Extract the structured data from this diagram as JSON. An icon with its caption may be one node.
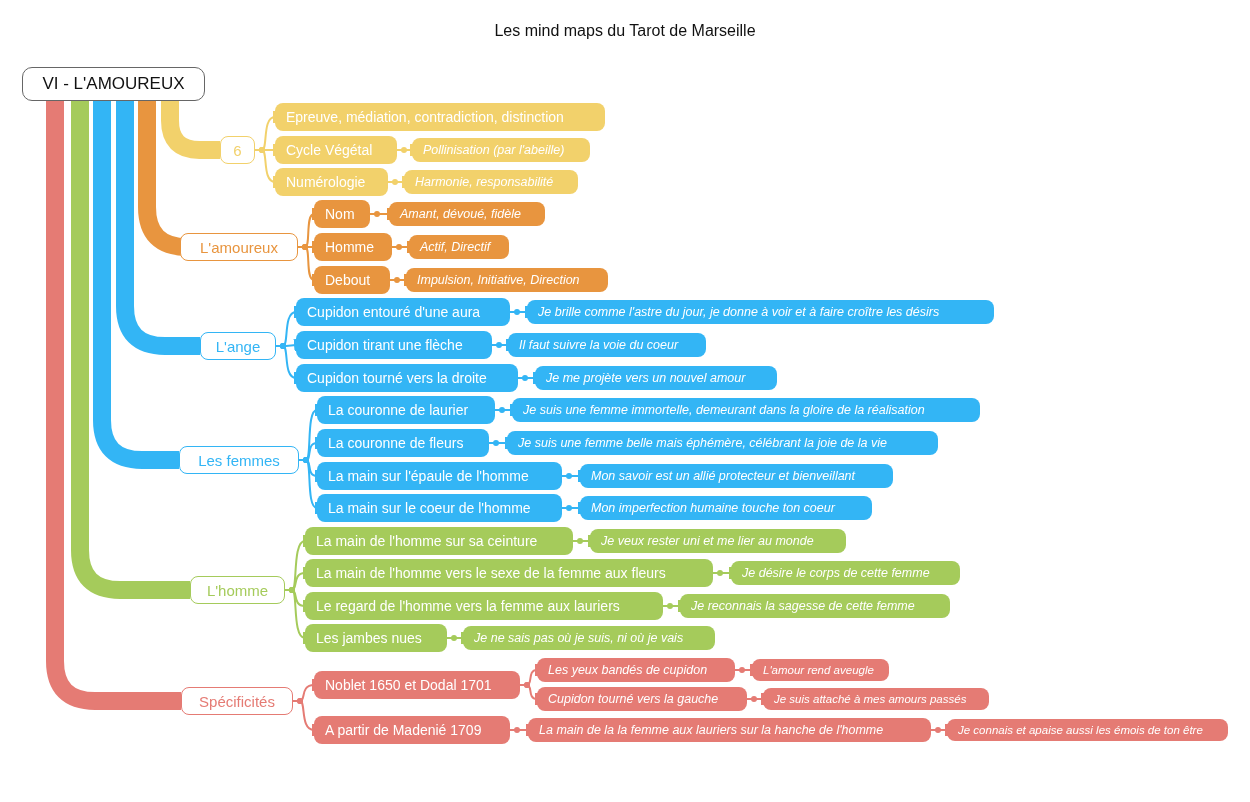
{
  "diagram": {
    "title": "Les mind maps du Tarot de Marseille",
    "nodes": [
      {
        "text": [
          "VI - L'AMOUREUX"
        ]
      },
      {
        "text": [
          "6"
        ]
      },
      {
        "text": [
          "Epreuve, médiation, contradiction, distinction"
        ]
      },
      {
        "text": [
          "Cycle Végétal"
        ]
      },
      {
        "text": [
          "Pollinisation (par l'abeille)"
        ]
      },
      {
        "text": [
          "Numérologie"
        ]
      },
      {
        "text": [
          "Harmonie, responsabilité"
        ]
      },
      {
        "text": [
          "L'amoureux"
        ]
      },
      {
        "text": [
          "Nom"
        ]
      },
      {
        "text": [
          "Amant, dévoué, fidèle"
        ]
      },
      {
        "text": [
          "Homme"
        ]
      },
      {
        "text": [
          "Actif, Directif"
        ]
      },
      {
        "text": [
          "Debout"
        ]
      },
      {
        "text": [
          "Impulsion, Initiative, Direction"
        ]
      },
      {
        "text": [
          "L'ange"
        ]
      },
      {
        "text": [
          "Cupidon entouré d'une aura"
        ]
      },
      {
        "text": [
          "Je brille comme l'astre du jour, je donne à voir et à faire croître les désirs"
        ]
      },
      {
        "text": [
          "Cupidon tirant une flèche"
        ]
      },
      {
        "text": [
          "Il faut suivre la voie du coeur"
        ]
      },
      {
        "text": [
          "Cupidon tourné vers la droite"
        ]
      },
      {
        "text": [
          "Je me projète vers un nouvel amour"
        ]
      },
      {
        "text": [
          "Les femmes"
        ]
      },
      {
        "text": [
          "La couronne de laurier"
        ]
      },
      {
        "text": [
          "Je suis une femme immortelle, demeurant dans la gloire de la réalisation"
        ]
      },
      {
        "text": [
          "La couronne de fleurs"
        ]
      },
      {
        "text": [
          "Je suis une femme belle mais éphémère, célébrant la joie de la vie"
        ]
      },
      {
        "text": [
          "La main sur l'épaule de l'homme"
        ]
      },
      {
        "text": [
          "Mon savoir est un allié protecteur et bienveillant"
        ]
      },
      {
        "text": [
          "La main sur le coeur de l'homme"
        ]
      },
      {
        "text": [
          "Mon imperfection humaine touche ton coeur"
        ]
      },
      {
        "text": [
          "L'homme"
        ]
      },
      {
        "text": [
          "La main de l'homme sur sa ceinture"
        ]
      },
      {
        "text": [
          "Je veux rester uni et me lier au monde"
        ]
      },
      {
        "text": [
          "La main de l'homme vers le sexe de la femme aux fleurs"
        ]
      },
      {
        "text": [
          "Je désire le corps de cette femme"
        ]
      },
      {
        "text": [
          "Le regard de l'homme vers la femme aux lauriers"
        ]
      },
      {
        "text": [
          "Je reconnais la sagesse de cette femme"
        ]
      },
      {
        "text": [
          "Les jambes nues"
        ]
      },
      {
        "text": [
          "Je ne sais pas où je suis, ni où je vais"
        ]
      },
      {
        "text": [
          "Spécificités"
        ]
      },
      {
        "text": [
          "Noblet 1650 et Dodal 1701"
        ]
      },
      {
        "text": [
          "Les yeux bandés de cupidon"
        ]
      },
      {
        "text": [
          "L'amour rend aveugle"
        ]
      },
      {
        "text": [
          "Cupidon tourné vers la gauche"
        ]
      },
      {
        "text": [
          "Je suis attaché à mes amours passés"
        ]
      },
      {
        "text": [
          "A partir de Madenié 1709"
        ]
      },
      {
        "text": [
          "La main de la la femme aux lauriers sur la hanche de l'homme"
        ]
      },
      {
        "text": [
          "Je connais et apaise aussi les émois de ton être"
        ]
      }
    ],
    "edges": [
      {
        "from": 0,
        "to": 1,
        "arrow": "none",
        "style": "thick",
        "color": "#f2d16b"
      },
      {
        "from": 1,
        "to": 2,
        "arrow": "other",
        "color": "#f2d16b"
      },
      {
        "from": 1,
        "to": 3,
        "arrow": "other",
        "color": "#f2d16b"
      },
      {
        "from": 3,
        "to": 4,
        "arrow": "other",
        "color": "#f2d16b"
      },
      {
        "from": 1,
        "to": 5,
        "arrow": "other",
        "color": "#f2d16b"
      },
      {
        "from": 5,
        "to": 6,
        "arrow": "other",
        "color": "#f2d16b"
      },
      {
        "from": 0,
        "to": 7,
        "arrow": "none",
        "style": "thick",
        "color": "#e8953f"
      },
      {
        "from": 7,
        "to": 8,
        "arrow": "other",
        "color": "#e8953f"
      },
      {
        "from": 8,
        "to": 9,
        "arrow": "other",
        "color": "#e8953f"
      },
      {
        "from": 7,
        "to": 10,
        "arrow": "other",
        "color": "#e8953f"
      },
      {
        "from": 10,
        "to": 11,
        "arrow": "other",
        "color": "#e8953f"
      },
      {
        "from": 7,
        "to": 12,
        "arrow": "other",
        "color": "#e8953f"
      },
      {
        "from": 12,
        "to": 13,
        "arrow": "other",
        "color": "#e8953f"
      },
      {
        "from": 0,
        "to": 14,
        "arrow": "none",
        "style": "thick",
        "color": "#33b5f5"
      },
      {
        "from": 14,
        "to": 15,
        "arrow": "other",
        "color": "#33b5f5"
      },
      {
        "from": 15,
        "to": 16,
        "arrow": "other",
        "color": "#33b5f5"
      },
      {
        "from": 14,
        "to": 17,
        "arrow": "other",
        "color": "#33b5f5"
      },
      {
        "from": 17,
        "to": 18,
        "arrow": "other",
        "color": "#33b5f5"
      },
      {
        "from": 14,
        "to": 19,
        "arrow": "other",
        "color": "#33b5f5"
      },
      {
        "from": 19,
        "to": 20,
        "arrow": "other",
        "color": "#33b5f5"
      },
      {
        "from": 0,
        "to": 21,
        "arrow": "none",
        "style": "thick",
        "color": "#33b5f5"
      },
      {
        "from": 21,
        "to": 22,
        "arrow": "other",
        "color": "#33b5f5"
      },
      {
        "from": 22,
        "to": 23,
        "arrow": "other",
        "color": "#33b5f5"
      },
      {
        "from": 21,
        "to": 24,
        "arrow": "other",
        "color": "#33b5f5"
      },
      {
        "from": 24,
        "to": 25,
        "arrow": "other",
        "color": "#33b5f5"
      },
      {
        "from": 21,
        "to": 26,
        "arrow": "other",
        "color": "#33b5f5"
      },
      {
        "from": 26,
        "to": 27,
        "arrow": "other",
        "color": "#33b5f5"
      },
      {
        "from": 21,
        "to": 28,
        "arrow": "other",
        "color": "#33b5f5"
      },
      {
        "from": 28,
        "to": 29,
        "arrow": "other",
        "color": "#33b5f5"
      },
      {
        "from": 0,
        "to": 30,
        "arrow": "none",
        "style": "thick",
        "color": "#a5cb5b"
      },
      {
        "from": 30,
        "to": 31,
        "arrow": "other",
        "color": "#a5cb5b"
      },
      {
        "from": 31,
        "to": 32,
        "arrow": "other",
        "color": "#a5cb5b"
      },
      {
        "from": 30,
        "to": 33,
        "arrow": "other",
        "color": "#a5cb5b"
      },
      {
        "from": 33,
        "to": 34,
        "arrow": "other",
        "color": "#a5cb5b"
      },
      {
        "from": 30,
        "to": 35,
        "arrow": "other",
        "color": "#a5cb5b"
      },
      {
        "from": 35,
        "to": 36,
        "arrow": "other",
        "color": "#a5cb5b"
      },
      {
        "from": 30,
        "to": 37,
        "arrow": "other",
        "color": "#a5cb5b"
      },
      {
        "from": 37,
        "to": 38,
        "arrow": "other",
        "color": "#a5cb5b"
      },
      {
        "from": 0,
        "to": 39,
        "arrow": "none",
        "style": "thick",
        "color": "#e57b74"
      },
      {
        "from": 39,
        "to": 40,
        "arrow": "other",
        "color": "#e57b74"
      },
      {
        "from": 40,
        "to": 41,
        "arrow": "other",
        "color": "#e57b74"
      },
      {
        "from": 41,
        "to": 42,
        "arrow": "other",
        "color": "#e57b74"
      },
      {
        "from": 40,
        "to": 43,
        "arrow": "other",
        "color": "#e57b74"
      },
      {
        "from": 43,
        "to": 44,
        "arrow": "other",
        "color": "#e57b74"
      },
      {
        "from": 39,
        "to": 45,
        "arrow": "other",
        "color": "#e57b74"
      },
      {
        "from": 45,
        "to": 46,
        "arrow": "other",
        "color": "#e57b74"
      },
      {
        "from": 46,
        "to": 47,
        "arrow": "other",
        "color": "#e57b74"
      }
    ]
  }
}
